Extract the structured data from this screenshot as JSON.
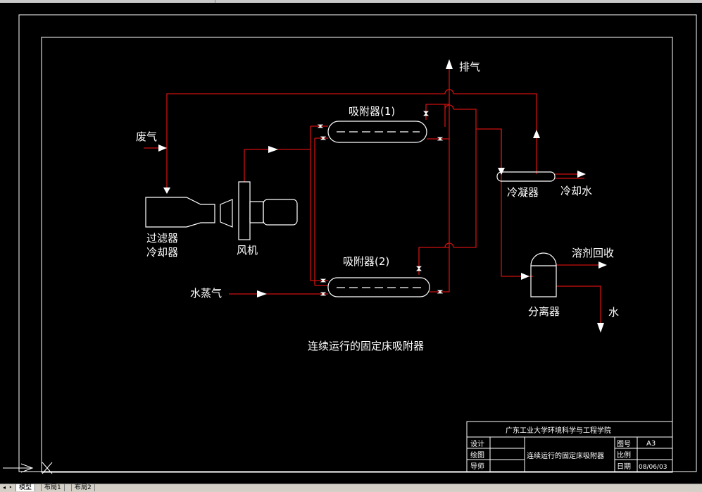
{
  "drawing": {
    "labels": {
      "exhaust": "排气",
      "waste_gas": "废气",
      "filter_cooler_line1": "过滤器",
      "filter_cooler_line2": "冷却器",
      "fan": "风机",
      "adsorber1": "吸附器(1)",
      "adsorber2": "吸附器(2)",
      "steam": "水蒸气",
      "condenser": "冷凝器",
      "cooling_water": "冷却水",
      "solvent_recovery": "溶剂回收",
      "separator": "分离器",
      "water": "水",
      "caption": "连续运行的固定床吸附器"
    },
    "title_block": {
      "school": "广东工业大学环境科学与工程学院",
      "row_design": "设计",
      "row_drawing": "绘图",
      "row_advisor": "导师",
      "drawing_name": "连续运行的固定床吸附器",
      "drawing_no_label": "图号",
      "drawing_no": "A3",
      "scale_label": "比例",
      "scale_value": "",
      "date_label": "日期",
      "date": "08/06/03"
    }
  },
  "tabs": {
    "model": "模型",
    "layout1": "布局1",
    "layout2": "布局2"
  },
  "colors": {
    "background": "#000000",
    "pipe": "#cc1111",
    "equipment": "#ffffff",
    "text": "#ffffff"
  }
}
